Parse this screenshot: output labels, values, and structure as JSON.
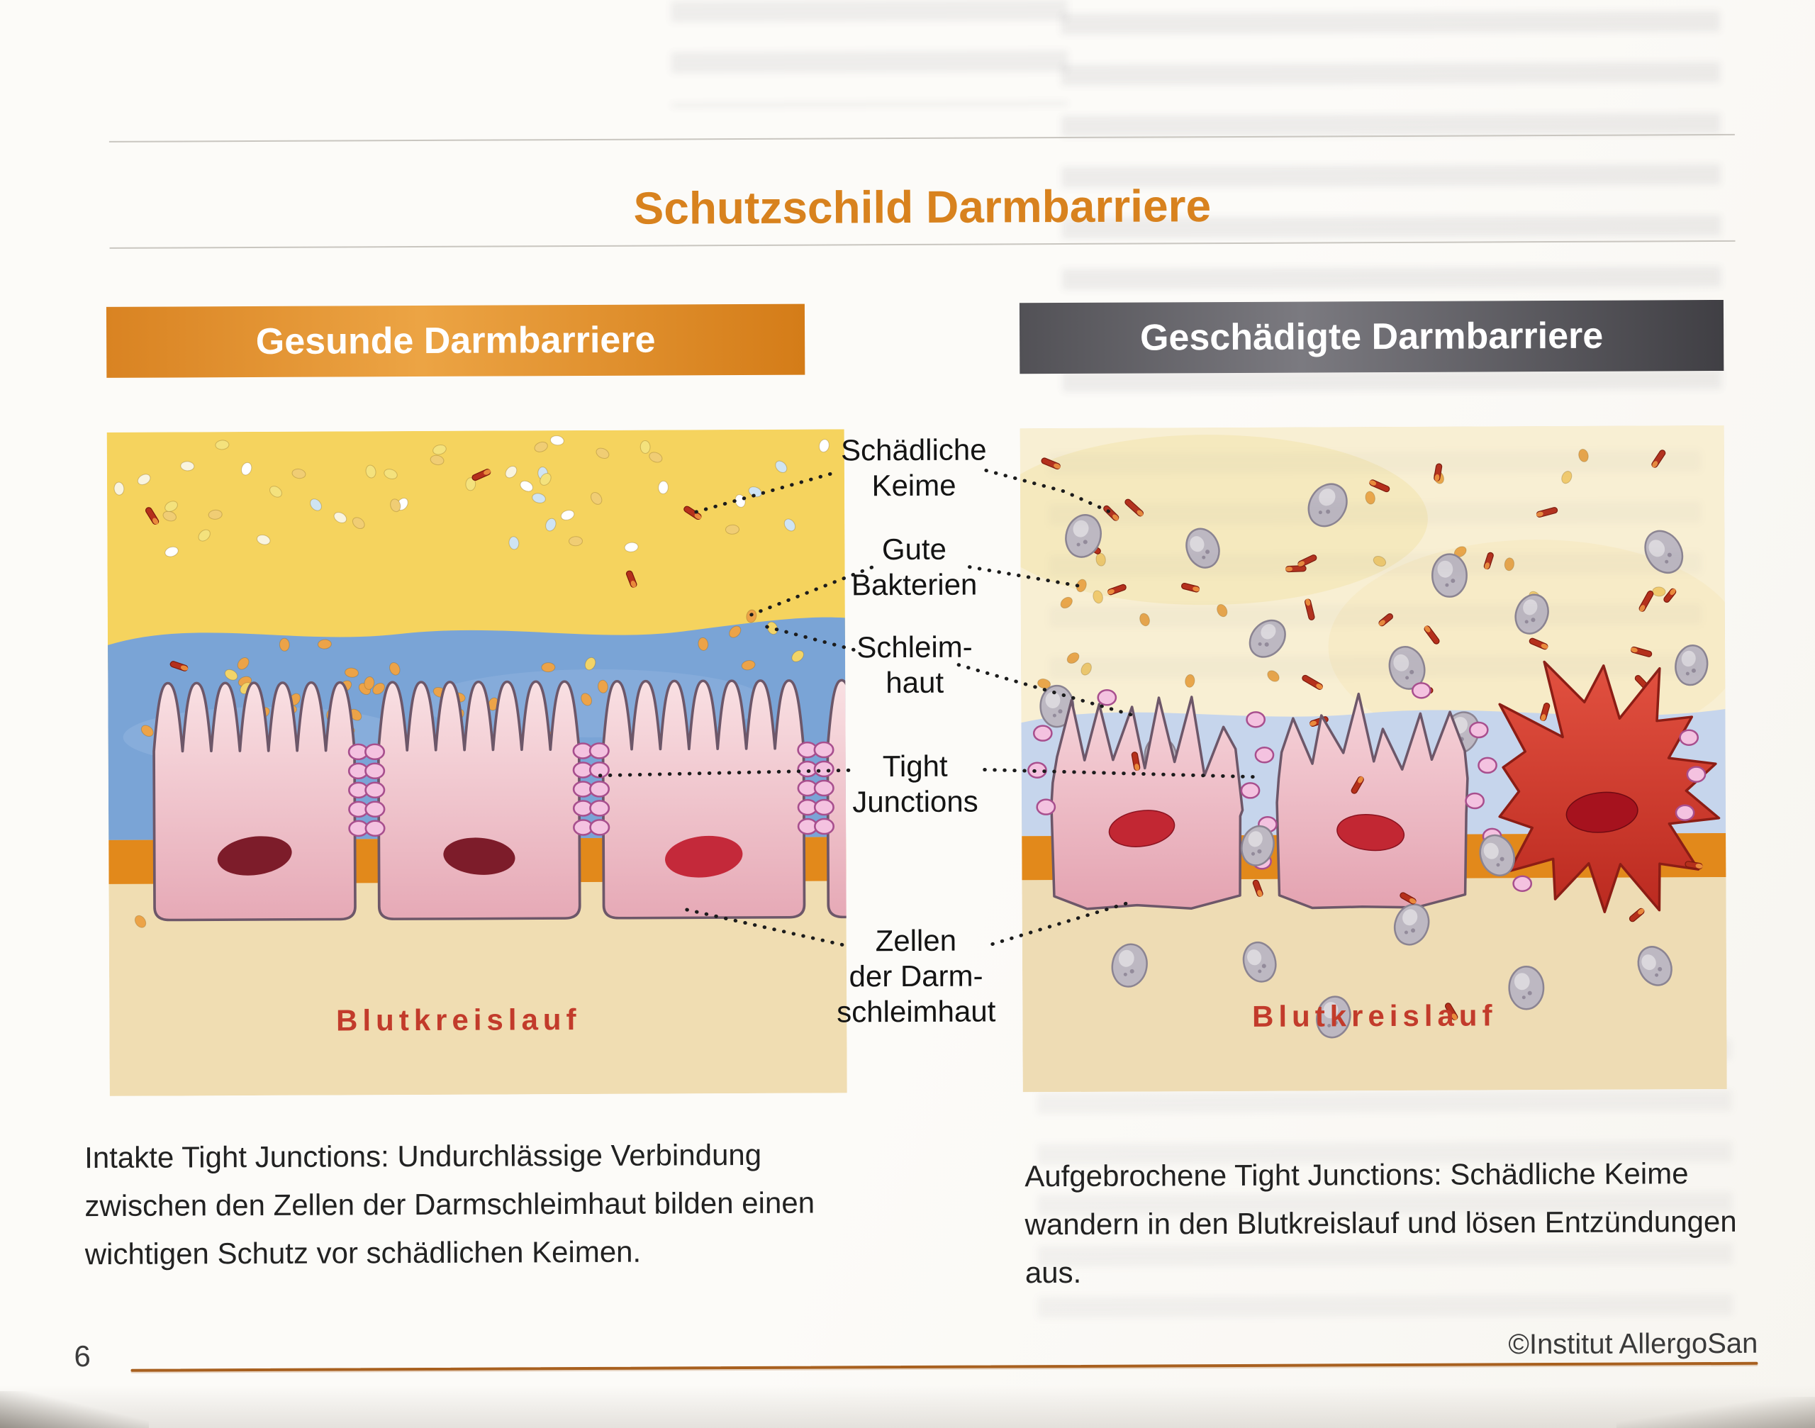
{
  "page": {
    "title": "Schutzschild Darmbarriere",
    "page_number": "6",
    "credit": "©Institut AllergoSan"
  },
  "panels": {
    "healthy": {
      "header": "Gesunde Darmbarriere",
      "bloodstream_label": "Blutkreislauf",
      "caption": "Intakte Tight Junctions: Undurchlässige Verbindung zwischen den Zellen der Darmschleimhaut bilden einen wichtigen Schutz vor schädlichen Keimen."
    },
    "damaged": {
      "header": "Geschädigte Darmbarriere",
      "bloodstream_label": "Blutkreislauf",
      "caption": "Aufgebrochene Tight Junctions: Schädliche Keime wandern in den Blutkreislauf und lösen Entzündungen aus."
    }
  },
  "labels": {
    "harmful_germs": "Schädliche\nKeime",
    "good_bacteria": "Gute\nBakterien",
    "mucosa": "Schleim-\nhaut",
    "tight_junctions": "Tight\nJunctions",
    "mucosa_cells": "Zellen\nder Darm-\nschleimhaut"
  },
  "colors": {
    "title_orange": "#d8821e",
    "healthy_header_orange": "#e09a31",
    "damaged_header_gray": "#59585d",
    "bloodstream_red": "#c23b2b",
    "mucus_blue": "#7aa4d6",
    "lumen_yellow": "#f5d35e",
    "basement_orange": "#e2891b",
    "bloodstream_tan": "#f0ddb2",
    "cell_pink": "#e9aebb",
    "inflamed_cell_red": "#cc3527",
    "tight_junction_pink": "#f4c2e0",
    "germ_gray": "#bdb8c2",
    "germ_rod_red": "#b5301c"
  }
}
